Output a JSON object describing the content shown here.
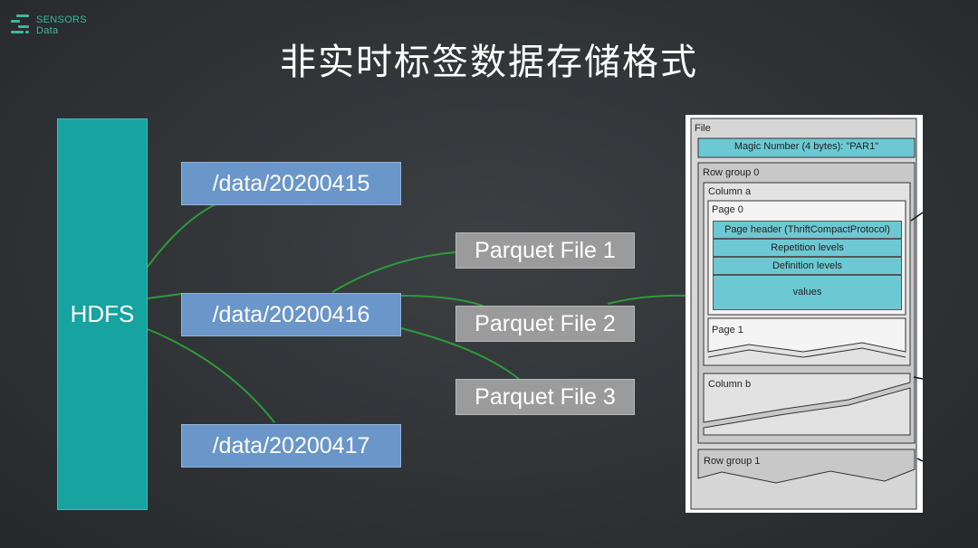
{
  "logo": {
    "line1": "SENSORS",
    "line2": "Data"
  },
  "title": "非实时标签数据存储格式",
  "hdfs": "HDFS",
  "dirs": [
    "/data/20200415",
    "/data/20200416",
    "/data/20200417"
  ],
  "parquet_files": [
    "Parquet File 1",
    "Parquet File 2",
    "Parquet File 3"
  ],
  "parquet_format": {
    "file": "File",
    "magic": "Magic Number (4 bytes): \"PAR1\"",
    "row_group_0": "Row group 0",
    "column_a": "Column a",
    "page_0": "Page 0",
    "page_header": "Page header (ThriftCompactProtocol)",
    "repetition": "Repetition levels",
    "definition": "Definition levels",
    "values": "values",
    "page_1": "Page 1",
    "column_b": "Column b",
    "row_group_1": "Row group 1"
  },
  "colors": {
    "hdfs": "#17a3a0",
    "dir": "#6a96c9",
    "parquet_file": "#9b9b9b",
    "connector": "#2e9a3a",
    "accent": "#3bb89c"
  }
}
